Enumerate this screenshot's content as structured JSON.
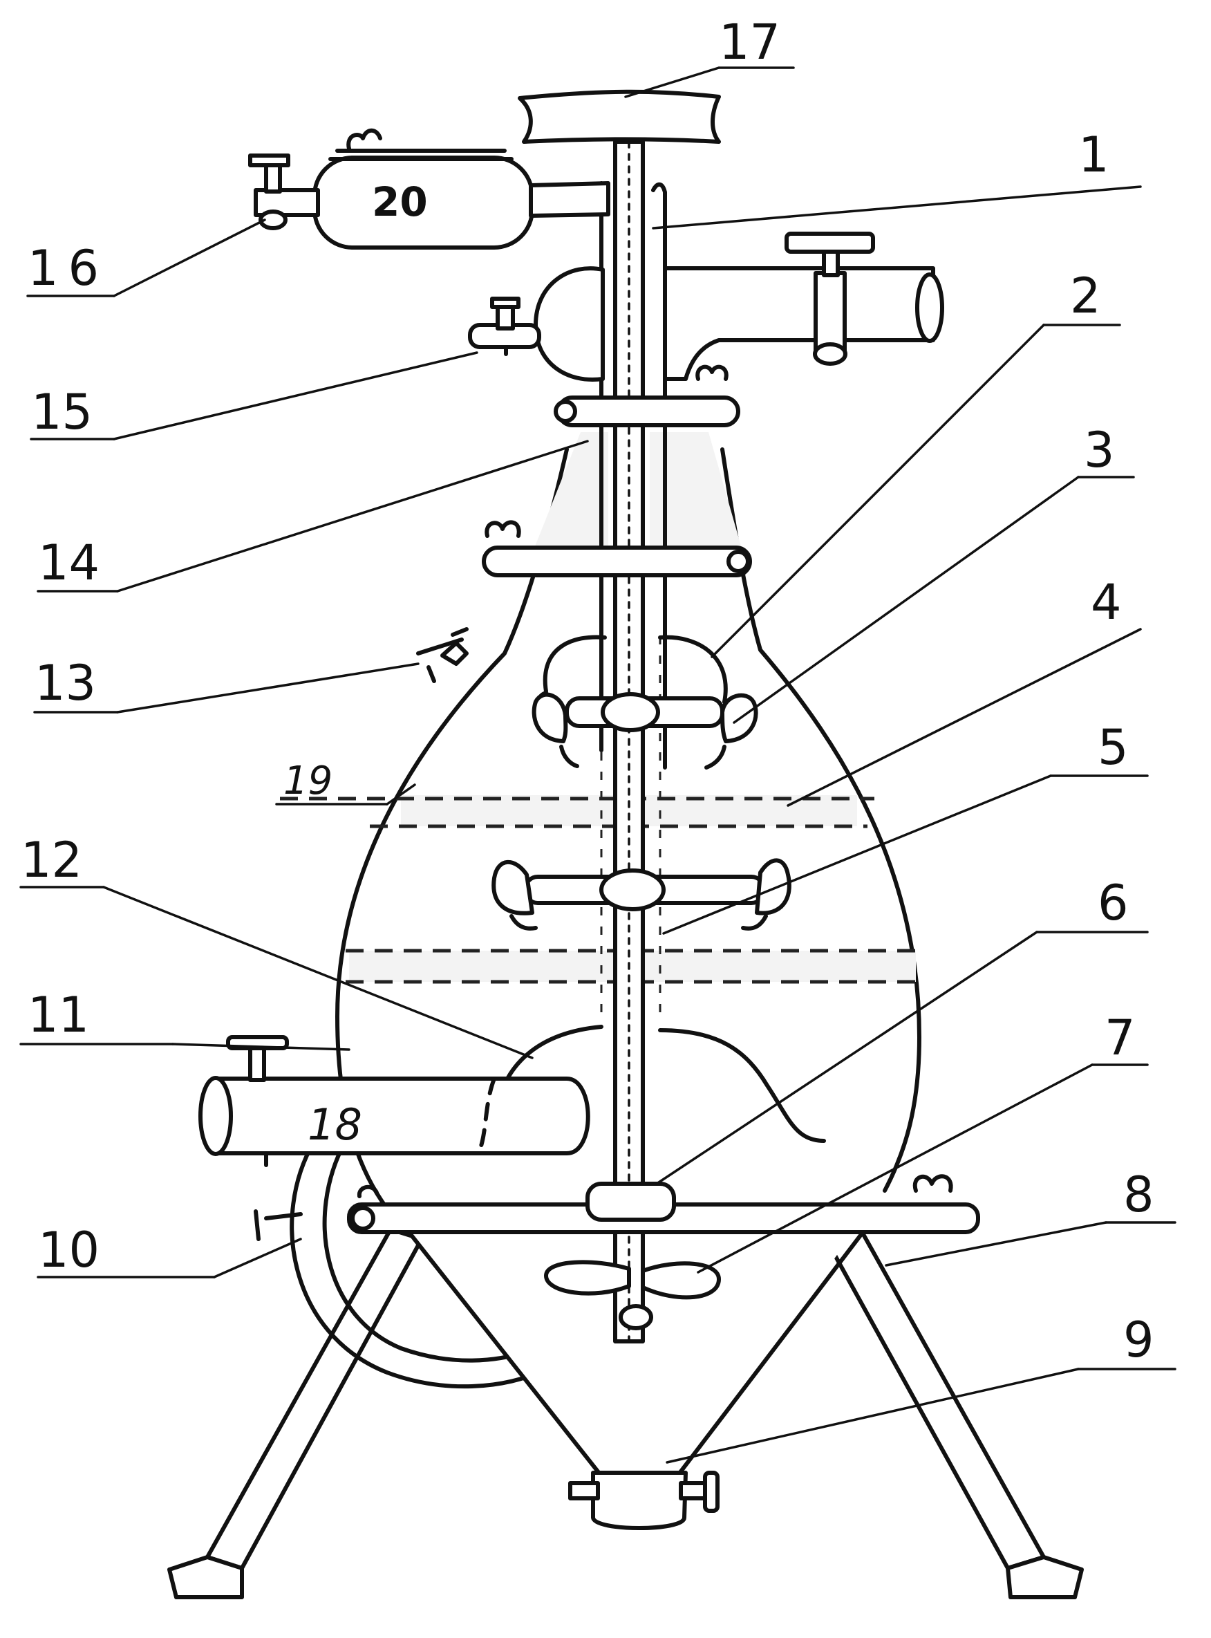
{
  "figure": {
    "callouts": [
      {
        "id": "c17",
        "text": "17"
      },
      {
        "id": "c1",
        "text": "1"
      },
      {
        "id": "c2",
        "text": "2"
      },
      {
        "id": "c3",
        "text": "3"
      },
      {
        "id": "c4",
        "text": "4"
      },
      {
        "id": "c5",
        "text": "5"
      },
      {
        "id": "c6",
        "text": "6"
      },
      {
        "id": "c7",
        "text": "7"
      },
      {
        "id": "c8",
        "text": "8"
      },
      {
        "id": "c9",
        "text": "9"
      },
      {
        "id": "c10",
        "text": "10"
      },
      {
        "id": "c11",
        "text": "11"
      },
      {
        "id": "c12",
        "text": "12"
      },
      {
        "id": "c13",
        "text": "13"
      },
      {
        "id": "c14",
        "text": "14"
      },
      {
        "id": "c15",
        "text": "15"
      },
      {
        "id": "c16",
        "text": "16"
      },
      {
        "id": "c19",
        "text": "19"
      }
    ],
    "inner_labels": {
      "tank_20": "20",
      "pipe_18": "18"
    },
    "colors": {
      "ink": "#111111",
      "paper": "#ffffff"
    }
  }
}
